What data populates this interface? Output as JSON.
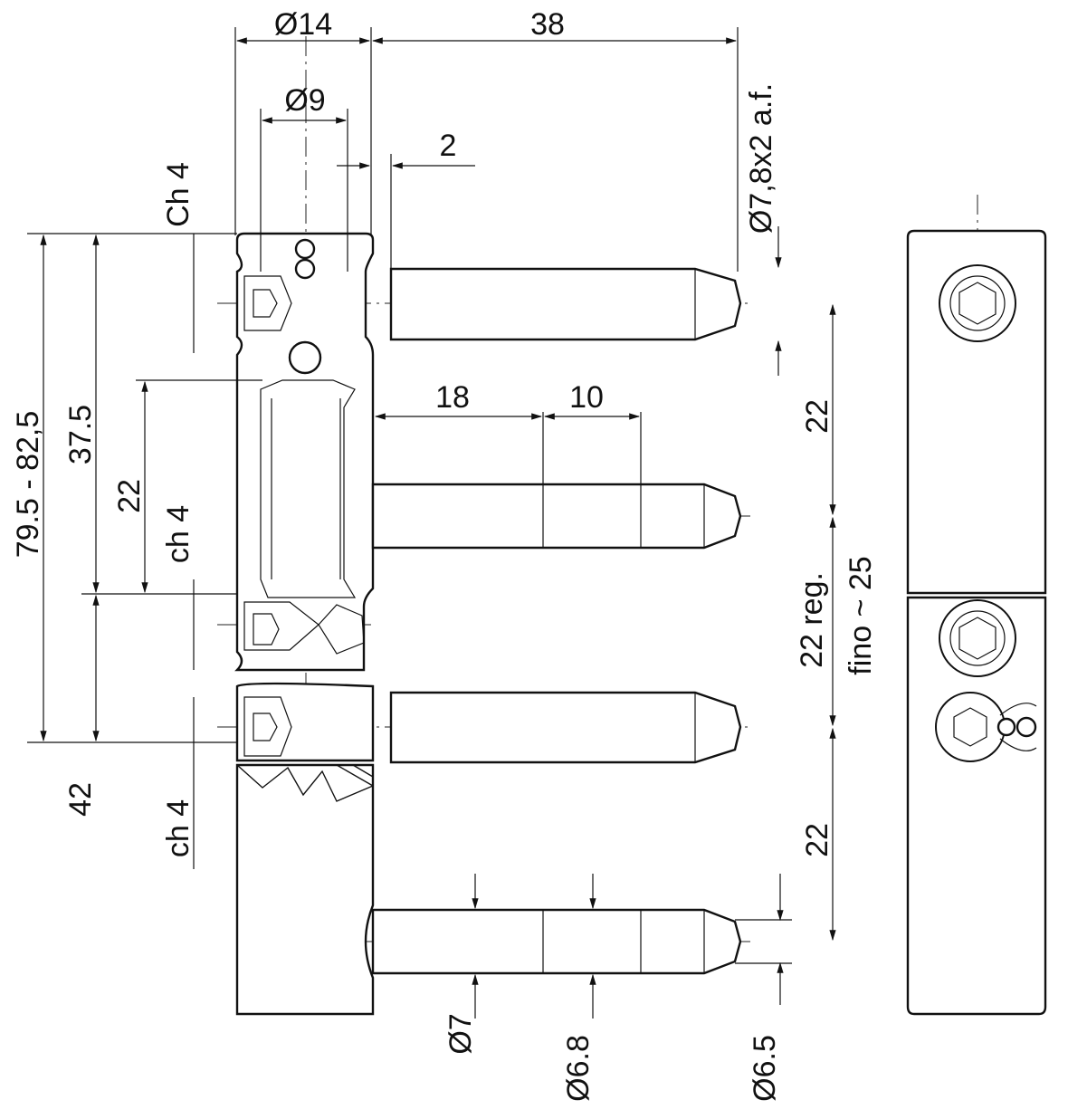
{
  "drawing": {
    "dimensions": {
      "d14": "Ø14",
      "d38": "38",
      "d9": "Ø9",
      "d2": "2",
      "ch4_top": "Ch 4",
      "d78": "Ø7,8x2 a.f.",
      "d37_5": "37.5",
      "d22_left": "22",
      "ch4_mid": "ch 4",
      "d18": "18",
      "d10": "10",
      "d22_right_top": "22",
      "d22_reg": "22 reg.",
      "fino25": "fino ~ 25",
      "d79_82": "79.5 - 82,5",
      "d42": "42",
      "ch4_low": "ch 4",
      "d22_right_low": "22",
      "d7": "Ø7",
      "d68": "Ø6.8",
      "d65": "Ø6.5"
    }
  }
}
